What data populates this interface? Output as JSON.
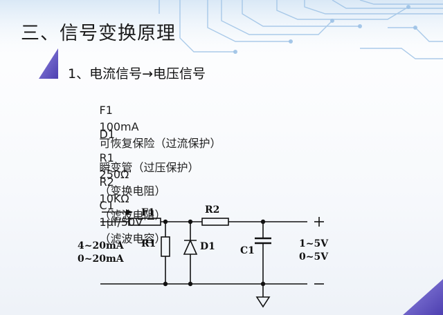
{
  "slide": {
    "title": "三、信号变换原理",
    "subheading": "1、电流信号→电压信号",
    "components": [
      {
        "designator": "F1",
        "value": "100mA",
        "description": "可恢复保险（过流保护）"
      },
      {
        "designator": "D1",
        "value": "",
        "description": "瞬变管（过压保护）"
      },
      {
        "designator": "R1",
        "value": "250Ω",
        "description": "（变换电阻）"
      },
      {
        "designator": "R2",
        "value": "10KΩ",
        "description": "（滤波电阻）"
      },
      {
        "designator": "C1",
        "value": "1μf/50V",
        "description": "（滤波电容）"
      }
    ]
  },
  "circuit": {
    "labels": {
      "f1": "F1",
      "r2": "R2",
      "r1": "R1",
      "d1": "D1",
      "c1": "C1",
      "input_line1": "4~20mA",
      "input_line2": "0~20mA",
      "output_line1": "1~5V",
      "output_line2": "0~5V",
      "plus": "+",
      "minus": "−"
    }
  },
  "colors": {
    "banner_blue": "#8fb8e0",
    "accent_purple": "#6a5ac8",
    "line": "#111111"
  }
}
